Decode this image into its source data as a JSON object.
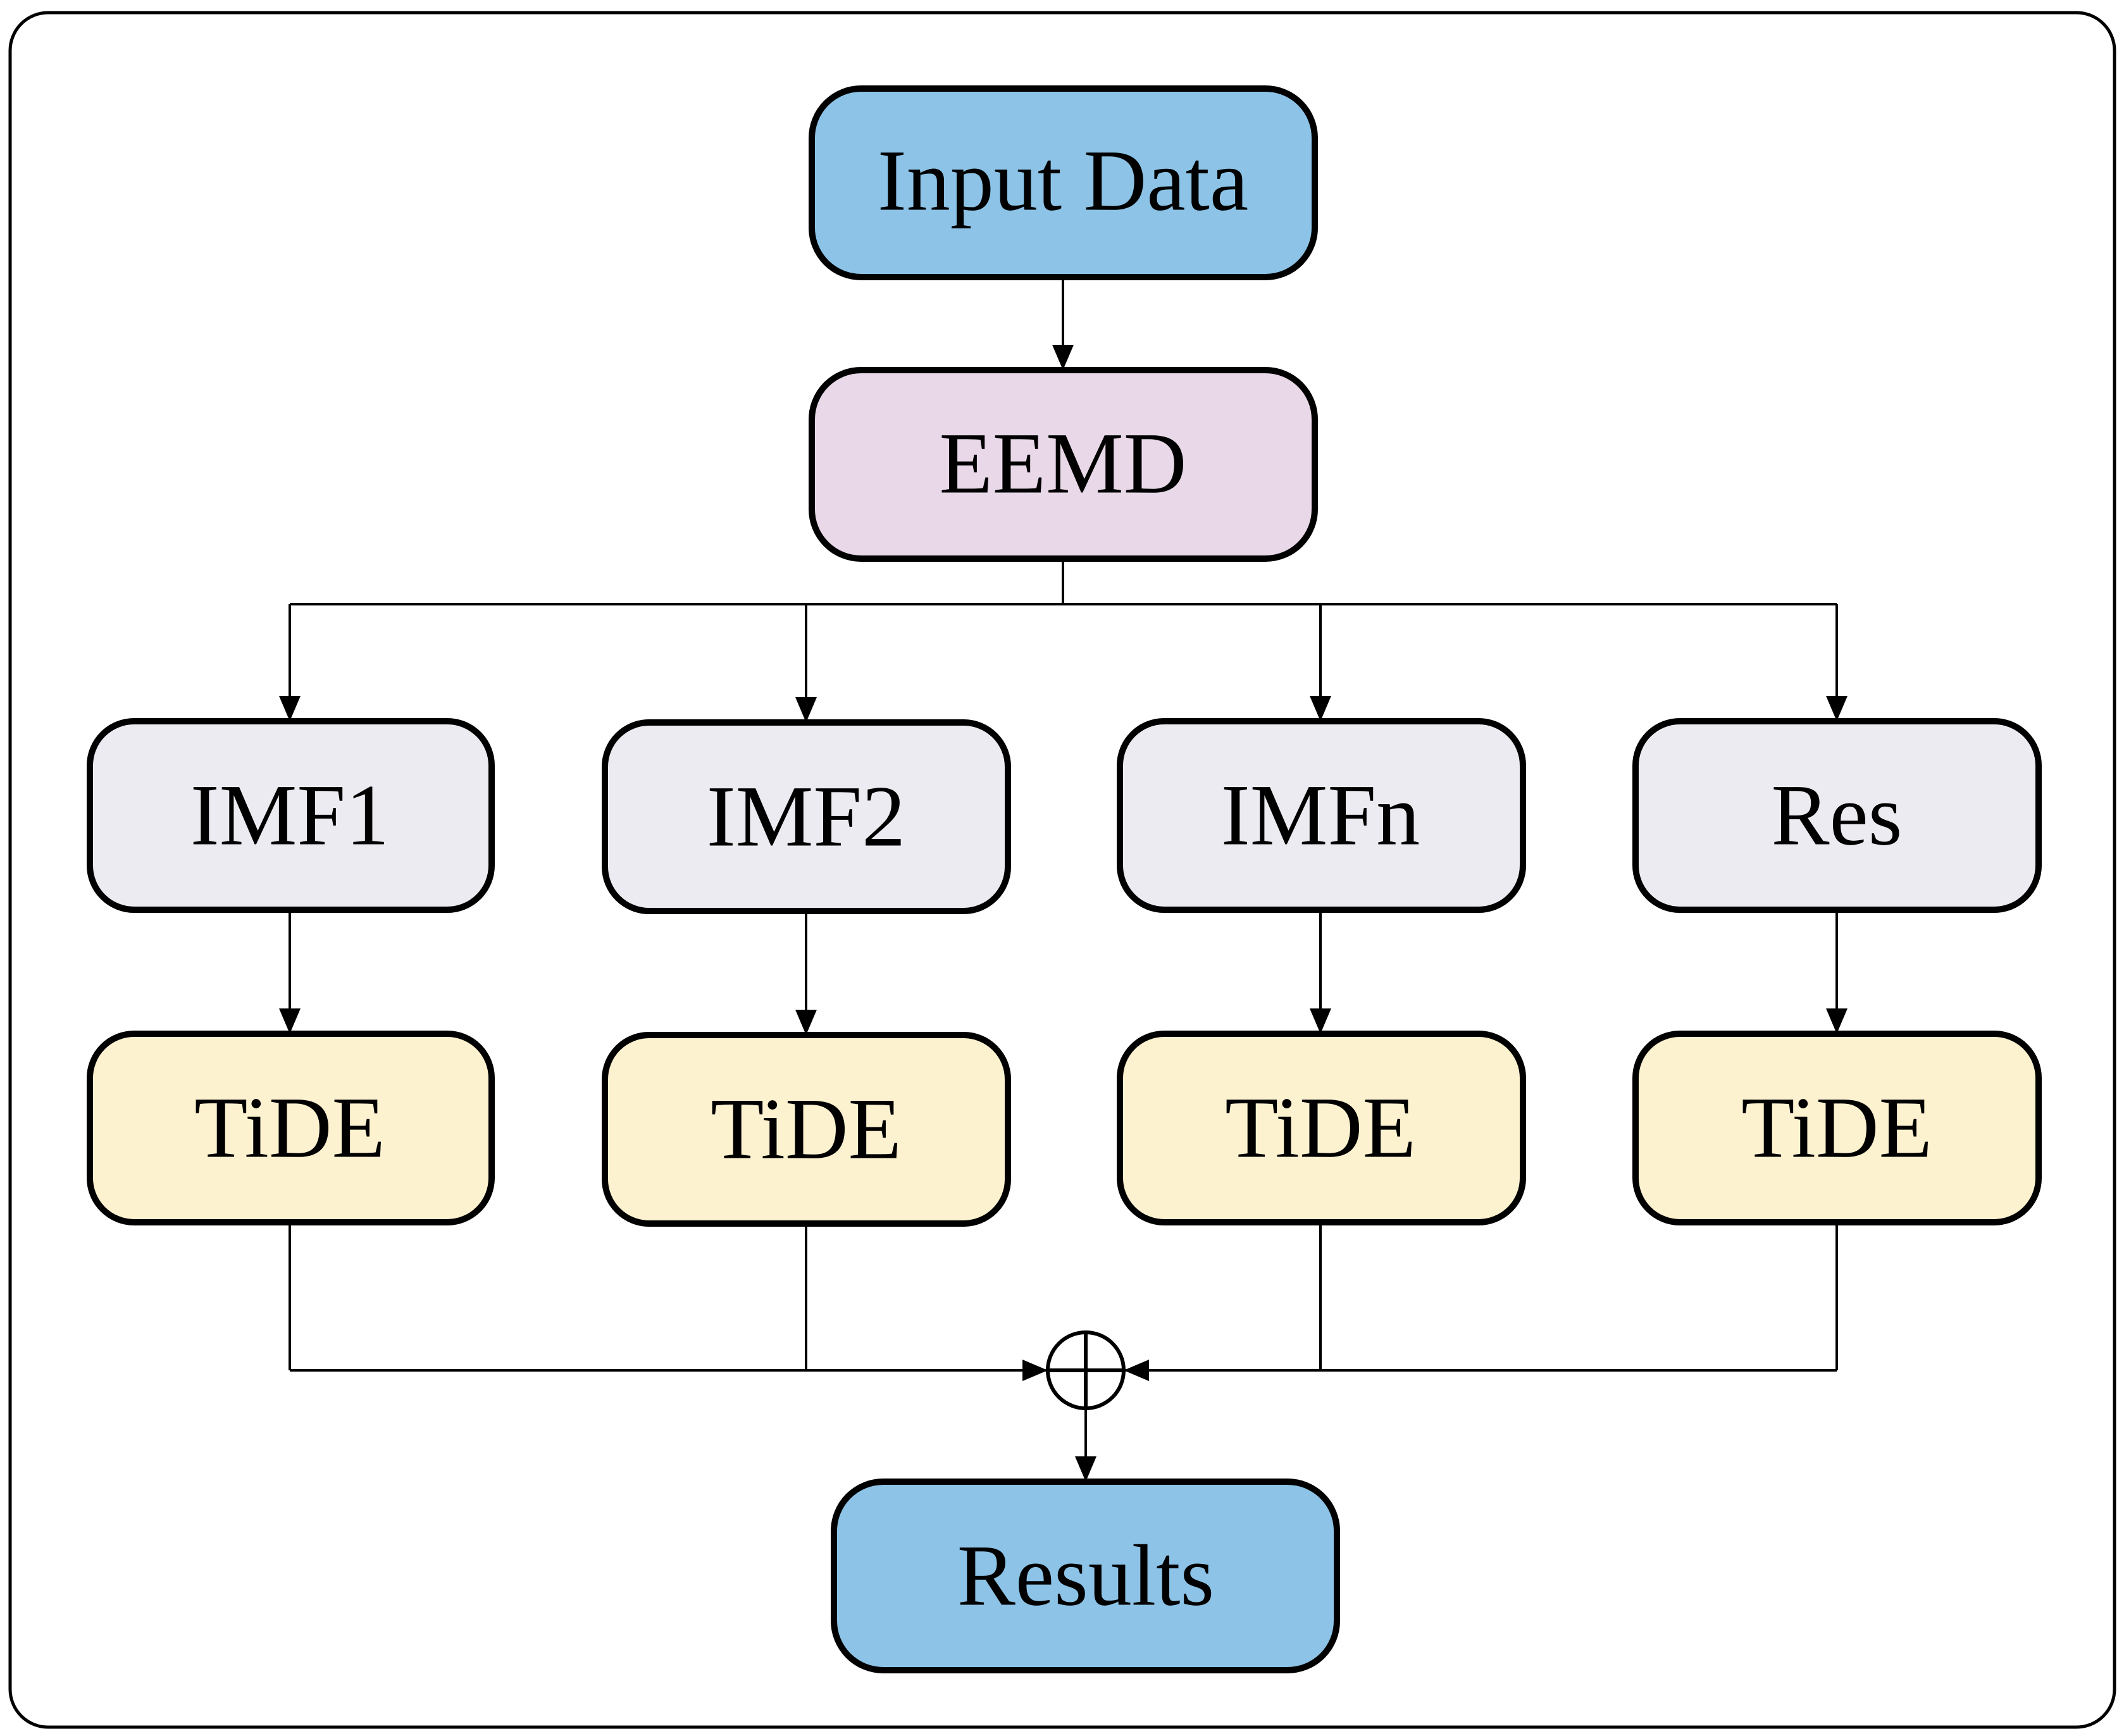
{
  "diagram": {
    "colors": {
      "input": "#8cc3e6",
      "decomposition": "#e8d8e8",
      "component": "#ecebf1",
      "model": "#fdf2d0",
      "output": "#8cc3e6",
      "stroke": "#000000",
      "background": "#ffffff"
    },
    "nodes": {
      "input": {
        "label": "Input Data"
      },
      "eemd": {
        "label": "EEMD"
      },
      "imf1": {
        "label": "IMF1"
      },
      "imf2": {
        "label": "IMF2"
      },
      "imfn": {
        "label": "IMFn"
      },
      "res": {
        "label": "Res"
      },
      "tide1": {
        "label": "TiDE"
      },
      "tide2": {
        "label": "TiDE"
      },
      "tide3": {
        "label": "TiDE"
      },
      "tide4": {
        "label": "TiDE"
      },
      "results": {
        "label": "Results"
      }
    },
    "summation_icon": "circled-plus-icon",
    "edges": [
      [
        "input",
        "eemd"
      ],
      [
        "eemd",
        "imf1"
      ],
      [
        "eemd",
        "imf2"
      ],
      [
        "eemd",
        "imfn"
      ],
      [
        "eemd",
        "res"
      ],
      [
        "imf1",
        "tide1"
      ],
      [
        "imf2",
        "tide2"
      ],
      [
        "imfn",
        "tide3"
      ],
      [
        "res",
        "tide4"
      ],
      [
        "tide1",
        "sum"
      ],
      [
        "tide2",
        "sum"
      ],
      [
        "tide3",
        "sum"
      ],
      [
        "tide4",
        "sum"
      ],
      [
        "sum",
        "results"
      ]
    ]
  }
}
